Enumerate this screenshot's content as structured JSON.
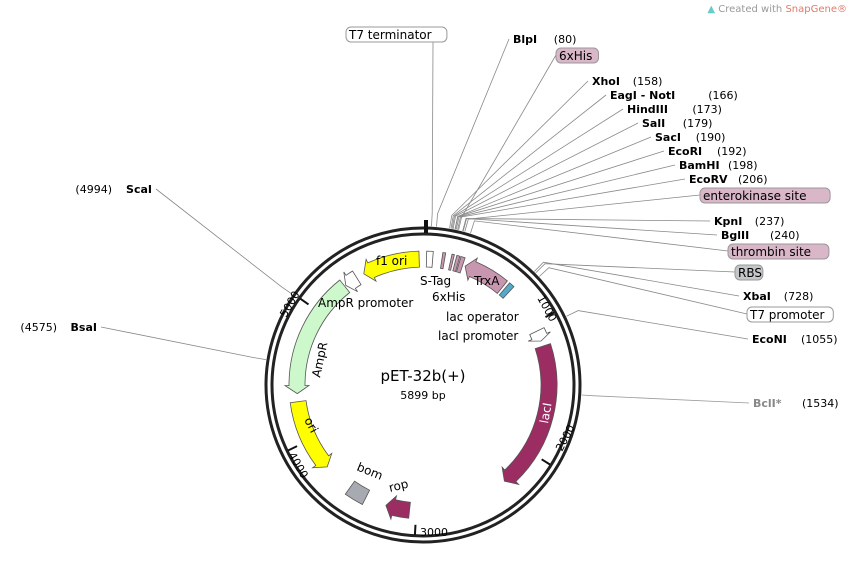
{
  "brand": {
    "prefix": "Created with",
    "name": "SnapGene®"
  },
  "plasmid": {
    "name": "pET-32b(+)",
    "size_label": "5899 bp",
    "length": 5899
  },
  "ticks": [
    {
      "pos": 1000,
      "label": "1000"
    },
    {
      "pos": 2000,
      "label": "2000"
    },
    {
      "pos": 3000,
      "label": "3000"
    },
    {
      "pos": 4000,
      "label": "4000"
    },
    {
      "pos": 5000,
      "label": "5000"
    }
  ],
  "features": [
    {
      "name": "T7 terminator",
      "start": 26,
      "end": 72,
      "dir": 0,
      "color": "#ffffff"
    },
    {
      "name": "S-Tag",
      "start": 140,
      "end": 160,
      "dir": 0,
      "color": "#c996b0"
    },
    {
      "name": "6xHis",
      "start": 205,
      "end": 222,
      "dir": 0,
      "color": "#c996b0"
    },
    {
      "name": "enterokinase site",
      "start": 240,
      "end": 262,
      "dir": 0,
      "color": "#c996b0"
    },
    {
      "name": "thrombin site",
      "start": 270,
      "end": 300,
      "dir": 0,
      "color": "#c996b0"
    },
    {
      "name": "TrxA",
      "start": 320,
      "end": 640,
      "dir": -1,
      "color": "#c996b0"
    },
    {
      "name": "lac operator",
      "start": 660,
      "end": 700,
      "dir": 0,
      "color": "#55aacc"
    },
    {
      "name": "lacI promoter",
      "start": 1060,
      "end": 1140,
      "dir": 1,
      "color": "#ffffff"
    },
    {
      "name": "lacI",
      "start": 1180,
      "end": 2290,
      "dir": 1,
      "color": "#9b2d63"
    },
    {
      "name": "rop",
      "start": 3050,
      "end": 3230,
      "dir": 1,
      "color": "#9b2d63"
    },
    {
      "name": "bom",
      "start": 3390,
      "end": 3530,
      "dir": 0,
      "color": "#a7aab0"
    },
    {
      "name": "ori",
      "start": 3760,
      "end": 4300,
      "dir": -1,
      "color": "#ffff00"
    },
    {
      "name": "AmpR",
      "start": 4360,
      "end": 5270,
      "dir": -1,
      "color": "#ccf8cc"
    },
    {
      "name": "AmpR promoter",
      "start": 5280,
      "end": 5380,
      "dir": -1,
      "color": "#ffffff"
    },
    {
      "name": "f1 ori",
      "start": 5440,
      "end": 5870,
      "dir": -1,
      "color": "#ffff00"
    }
  ],
  "feature_labels": {
    "f1_ori": "f1 ori",
    "s_tag": "S-Tag",
    "his": "6xHis",
    "trxa": "TrxA",
    "ampr_promoter": "AmpR promoter",
    "ampr": "AmpR",
    "ori": "ori",
    "bom": "bom",
    "rop": "rop",
    "laci": "lacI",
    "laci_promoter": "lacI promoter",
    "lac_operator": "lac operator"
  },
  "annotations": [
    {
      "type": "enzyme",
      "name": "BlpI",
      "pos_label": "(80)",
      "pos": 80
    },
    {
      "type": "feature",
      "name": "6xHis",
      "pos": 212,
      "color": "#d9b6c8"
    },
    {
      "type": "enzyme",
      "name": "XhoI",
      "pos_label": "(158)",
      "pos": 158
    },
    {
      "type": "enzyme",
      "name": "EagI - NotI",
      "pos_label": "(166)",
      "pos": 166
    },
    {
      "type": "enzyme",
      "name": "HindIII",
      "pos_label": "(173)",
      "pos": 173
    },
    {
      "type": "enzyme",
      "name": "SalI",
      "pos_label": "(179)",
      "pos": 179
    },
    {
      "type": "enzyme",
      "name": "SacI",
      "pos_label": "(190)",
      "pos": 190
    },
    {
      "type": "enzyme",
      "name": "EcoRI",
      "pos_label": "(192)",
      "pos": 192
    },
    {
      "type": "enzyme",
      "name": "BamHI",
      "pos_label": "(198)",
      "pos": 198
    },
    {
      "type": "enzyme",
      "name": "EcoRV",
      "pos_label": "(206)",
      "pos": 206
    },
    {
      "type": "feature",
      "name": "enterokinase site",
      "pos": 250,
      "color": "#d9b6c8"
    },
    {
      "type": "enzyme",
      "name": "KpnI",
      "pos_label": "(237)",
      "pos": 237
    },
    {
      "type": "enzyme",
      "name": "BglII",
      "pos_label": "(240)",
      "pos": 240
    },
    {
      "type": "feature",
      "name": "thrombin site",
      "pos": 285,
      "color": "#d9b6c8"
    },
    {
      "type": "feature",
      "name": "RBS",
      "pos": 740,
      "color": "#c4c6c9"
    },
    {
      "type": "enzyme",
      "name": "XbaI",
      "pos_label": "(728)",
      "pos": 728
    },
    {
      "type": "feature",
      "name": "T7 promoter",
      "pos": 770,
      "color": "#ffffff"
    },
    {
      "type": "enzyme",
      "name": "EcoNI",
      "pos_label": "(1055)",
      "pos": 1055
    },
    {
      "type": "enzyme",
      "name": "BclI*",
      "pos_label": "(1534)",
      "pos": 1534,
      "muted": true
    },
    {
      "type": "enzyme",
      "name": "ScaI",
      "pos_label": "(4994)",
      "pos": 4994,
      "side": "left"
    },
    {
      "type": "enzyme",
      "name": "BsaI",
      "pos_label": "(4575)",
      "pos": 4575,
      "side": "left"
    },
    {
      "type": "feature",
      "name": "T7 terminator",
      "pos": 50,
      "color": "#ffffff"
    }
  ]
}
